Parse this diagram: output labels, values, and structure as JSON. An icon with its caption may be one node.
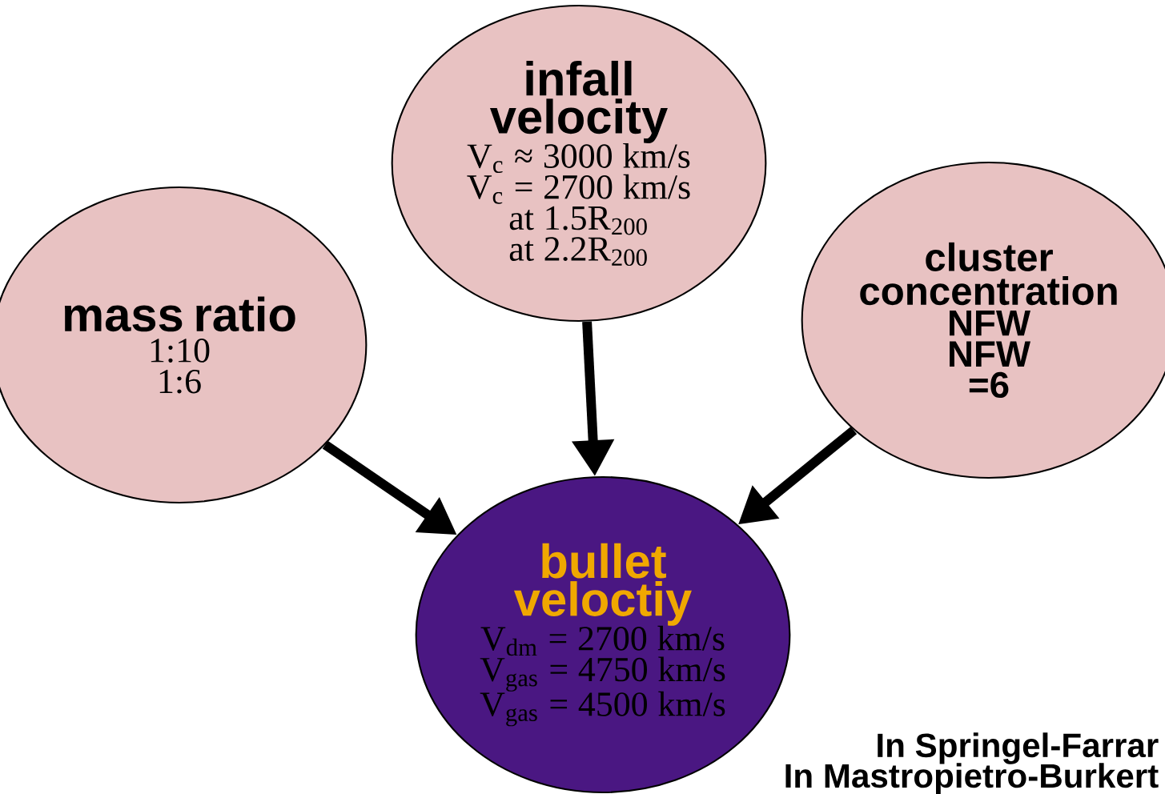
{
  "diagram": {
    "nodes": [
      {
        "text": [
          "mass ratio",
          "1:10",
          "1:6"
        ]
      },
      {
        "text": [
          "infall velocity",
          "V$_{c}$ ≈ 3000 km/s",
          "V$_{c}$ = 2700 km/s",
          "at 1.5R$_{200}$",
          "at 2.2R$_{200}$"
        ]
      },
      {
        "text": [
          "cluster concentration",
          "NFW",
          "NFW",
          "=6"
        ]
      },
      {
        "text": [
          "bullet veloctiy",
          "V$_{dm}$ = 2700 km/s",
          "V$_{gas}$ = 4750 km/s",
          "V$_{gas}$ = 4500 km/s"
        ]
      }
    ],
    "edges": [
      {
        "from": 0,
        "to": 3,
        "arrow": "to"
      },
      {
        "from": 1,
        "to": 3,
        "arrow": "to"
      },
      {
        "from": 2,
        "to": 3,
        "arrow": "to"
      }
    ],
    "labels": [
      "In Springel-Farrar",
      "In Mastropietro-Burkert"
    ]
  }
}
